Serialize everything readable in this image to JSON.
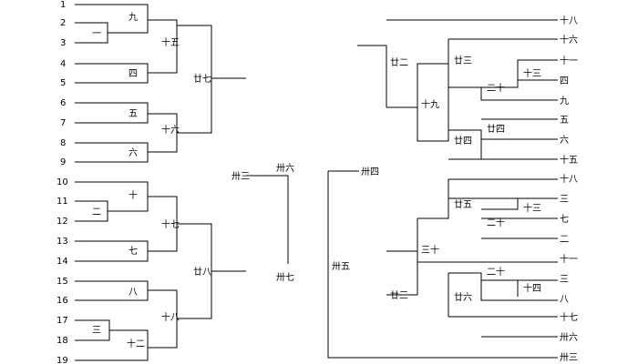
{
  "left_bracket": {
    "entrants": [
      "1",
      "2",
      "3",
      "4",
      "5",
      "6",
      "7",
      "8",
      "9",
      "10",
      "11",
      "12",
      "13",
      "14",
      "15",
      "16",
      "17",
      "18",
      "19"
    ],
    "match_labels": {
      "m_bye_2_3": "一",
      "m_1_pair": "九",
      "m_4_5": "四",
      "m_6_7": "五",
      "m_8_9": "六",
      "m_top_qf": "十五",
      "m_second_qf": "十六",
      "m_top_sf": "廿七",
      "m_11_12": "二",
      "m_10_pair": "十",
      "m_13_14": "七",
      "m_15_16": "八",
      "m_17_18": "三",
      "m_17_19": "十二",
      "m_third_qf": "十七",
      "m_fourth_qf": "十八",
      "m_bottom_sf": "廿八",
      "m_semi_upper": "卅三",
      "m_final_top": "卅六",
      "m_final_bottom": "卅七"
    }
  },
  "right_bracket": {
    "slots": [
      "十八",
      "十六",
      "十一",
      "四",
      "九",
      "五",
      "六",
      "十五",
      "十八",
      "三",
      "七",
      "二",
      "十一",
      "三",
      "八",
      "十七",
      "卅六",
      "卅三"
    ],
    "match_labels": {
      "r_11_4": "十三",
      "r_r16": "二十",
      "r_r_top": "廿三",
      "r_upper_q": "十九",
      "r_6_15": "廿四",
      "r_outer_top": "廿二",
      "r_3_7": "十三",
      "r_left_2": "二十",
      "r_upper_mid": "廿五",
      "r_mid_q": "三十",
      "r_14_8": "十四",
      "r_sub": "二十",
      "r_lower_mid": "廿六",
      "r_lower_q": "廿三",
      "r_left_big": "卅五",
      "r_left_top": "卅四"
    }
  }
}
